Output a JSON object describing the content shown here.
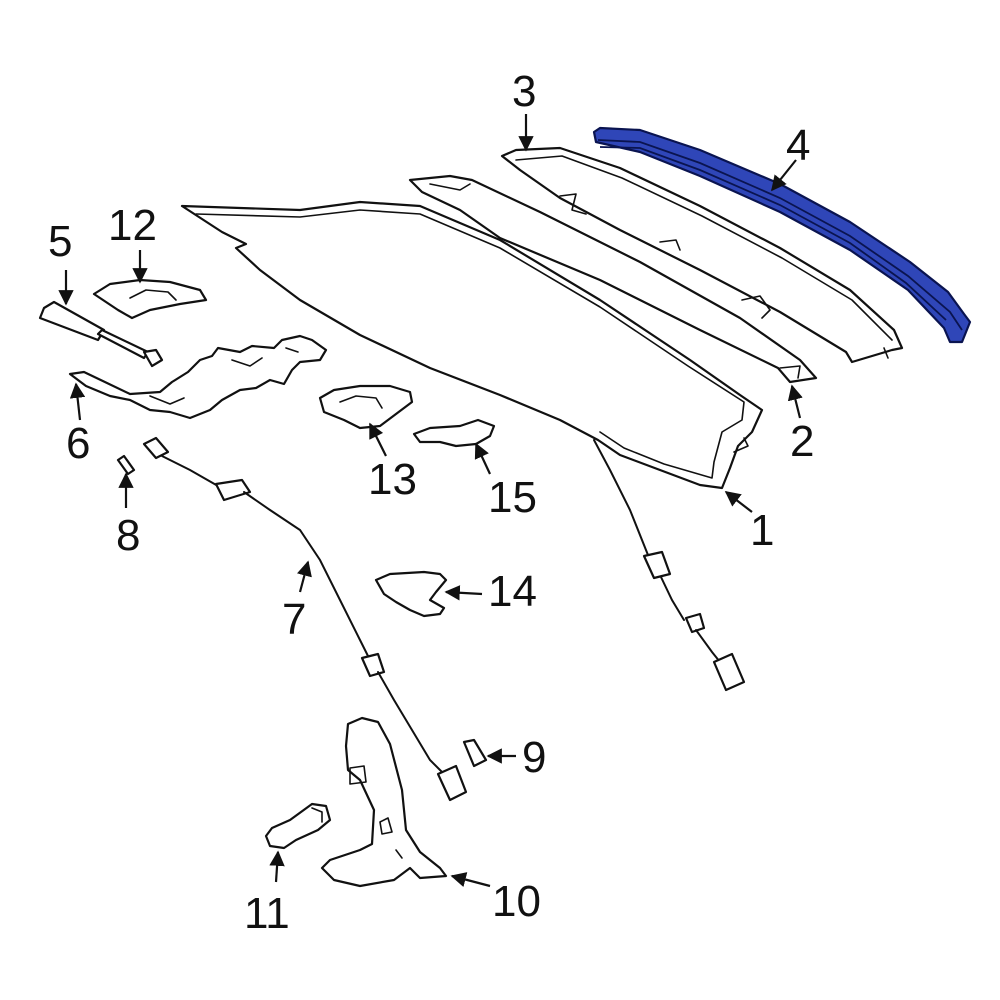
{
  "diagram": {
    "highlight_color": "#2f46b8",
    "highlighted_part": "4",
    "callouts": [
      {
        "id": "1",
        "label": "1"
      },
      {
        "id": "2",
        "label": "2"
      },
      {
        "id": "3",
        "label": "3"
      },
      {
        "id": "4",
        "label": "4"
      },
      {
        "id": "5",
        "label": "5"
      },
      {
        "id": "6",
        "label": "6"
      },
      {
        "id": "7",
        "label": "7"
      },
      {
        "id": "8",
        "label": "8"
      },
      {
        "id": "9",
        "label": "9"
      },
      {
        "id": "10",
        "label": "10"
      },
      {
        "id": "11",
        "label": "11"
      },
      {
        "id": "12",
        "label": "12"
      },
      {
        "id": "13",
        "label": "13"
      },
      {
        "id": "14",
        "label": "14"
      },
      {
        "id": "15",
        "label": "15"
      }
    ]
  }
}
